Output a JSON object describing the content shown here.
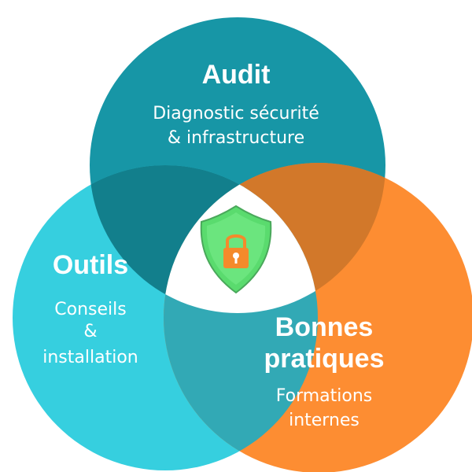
{
  "circles": {
    "audit": {
      "title": "Audit",
      "lines": [
        "Diagnostic sécurité",
        "& infrastructure"
      ],
      "color": "#1796A6"
    },
    "outils": {
      "title": "Outils",
      "lines": [
        "Conseils",
        "&",
        "installation"
      ],
      "color": "#36CFDF"
    },
    "bonnes_pratiques": {
      "title_lines": [
        "Bonnes",
        "pratiques"
      ],
      "lines": [
        "Formations",
        "internes"
      ],
      "color": "#FD8D32"
    }
  },
  "center": {
    "icon": "shield-lock-icon",
    "shield_color": "#5ADB6E",
    "lock_color": "#F48A2B"
  },
  "overlap_colors": {
    "audit_outils": "#127F8C",
    "audit_bonnes": "#D2782A",
    "outils_bonnes": "#32A9B5"
  }
}
